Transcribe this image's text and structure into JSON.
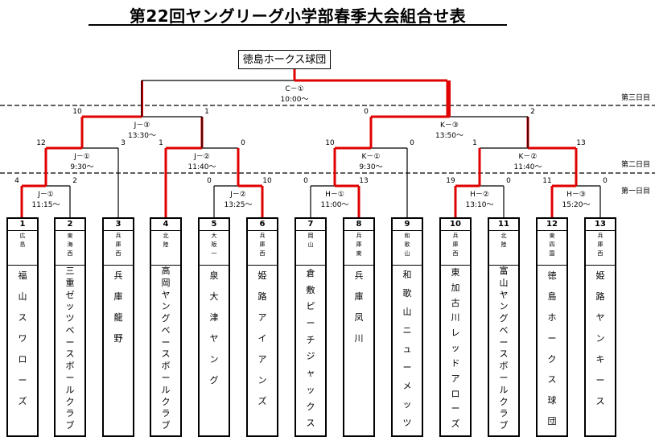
{
  "title": "第22回ヤングリーグ小学部春季大会組合せ表",
  "champion": "徳島ホークス球団",
  "day_labels": [
    "第三日目",
    "第二日目",
    "第一日目"
  ],
  "teams": [
    {
      "seed": "1",
      "region": "広島",
      "name": "福山スワローズ"
    },
    {
      "seed": "2",
      "region": "東海西",
      "name": "三重ゼッツベースボールクラブ"
    },
    {
      "seed": "3",
      "region": "兵庫西",
      "name": "兵庫龍野"
    },
    {
      "seed": "4",
      "region": "北陸",
      "name": "高岡ヤングベースボールクラブ"
    },
    {
      "seed": "5",
      "region": "大阪一",
      "name": "泉大津ヤング"
    },
    {
      "seed": "6",
      "region": "兵庫西",
      "name": "姫路アイアンズ"
    },
    {
      "seed": "7",
      "region": "岡山",
      "name": "倉敷ピーチジャックス"
    },
    {
      "seed": "8",
      "region": "兵庫東",
      "name": "兵庫凤川"
    },
    {
      "seed": "9",
      "region": "和歌山",
      "name": "和歌山ニューメッツ"
    },
    {
      "seed": "10",
      "region": "兵庫西",
      "name": "東加古川レッドアローズ"
    },
    {
      "seed": "11",
      "region": "北陸",
      "name": "富山ヤングベースボールクラブ"
    },
    {
      "seed": "12",
      "region": "東四国",
      "name": "徳島ホークス球団"
    },
    {
      "seed": "13",
      "region": "兵庫西",
      "name": "姫路ヤンキース"
    }
  ],
  "matches": [
    {
      "id": "J-1",
      "label": "J－①",
      "time": "11:15～",
      "score_left": "4",
      "score_right": "2"
    },
    {
      "id": "J-2",
      "label": "J－②",
      "time": "13:25～",
      "score_left": "0",
      "score_right": "10"
    },
    {
      "id": "H-1",
      "label": "H－①",
      "time": "11:00～",
      "score_left": "0",
      "score_right": "13"
    },
    {
      "id": "H-2",
      "label": "H－②",
      "time": "13:10～",
      "score_left": "19",
      "score_right": "0"
    },
    {
      "id": "H-3",
      "label": "H－③",
      "time": "15:20～",
      "score_left": "11",
      "score_right": "0"
    },
    {
      "id": "J-1b",
      "label": "J－①",
      "time": "9:30～",
      "score_left": "12",
      "score_right": "3"
    },
    {
      "id": "J-2b",
      "label": "J－②",
      "time": "11:40～",
      "score_left": "1",
      "score_right": "0"
    },
    {
      "id": "K-1",
      "label": "K－①",
      "time": "9:30～",
      "score_left": "10",
      "score_right": "0"
    },
    {
      "id": "K-2",
      "label": "K－②",
      "time": "11:40～",
      "score_left": "1",
      "score_right": "13"
    },
    {
      "id": "J-3",
      "label": "J－③",
      "time": "13:30～",
      "score_left": "10",
      "score_right": "1"
    },
    {
      "id": "K-3",
      "label": "K－③",
      "time": "13:50～",
      "score_left": "0",
      "score_right": "2"
    },
    {
      "id": "C-1",
      "label": "C－①",
      "time": "10:00～",
      "score_left": "",
      "score_right": ""
    }
  ],
  "colors": {
    "winner_line": "#e00000",
    "line": "#000000"
  }
}
